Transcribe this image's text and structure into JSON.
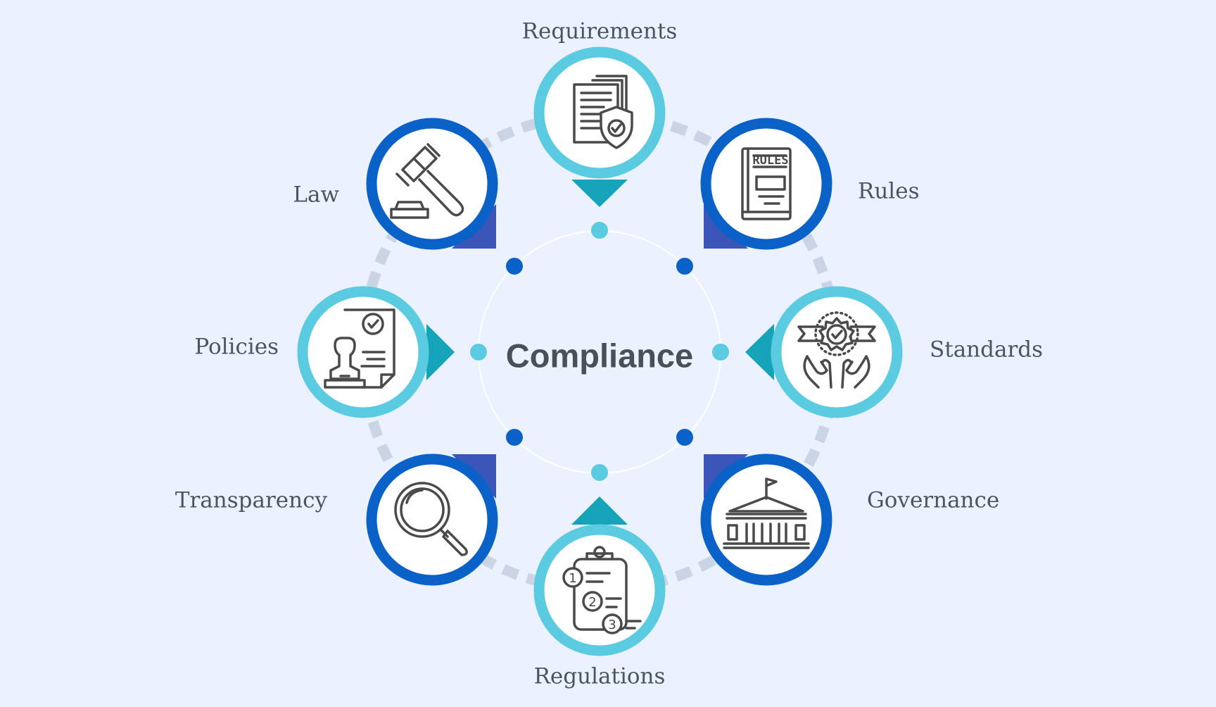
{
  "diagram": {
    "center_label": "Compliance",
    "nodes": [
      {
        "label": "Requirements",
        "icon": "documents-shield-icon",
        "ring_color": "#5bcbe2"
      },
      {
        "label": "Rules",
        "icon": "rules-book-icon",
        "ring_color": "#0a62c8"
      },
      {
        "label": "Standards",
        "icon": "badge-hands-icon",
        "ring_color": "#5bcbe2"
      },
      {
        "label": "Governance",
        "icon": "government-building-icon",
        "ring_color": "#0a62c8"
      },
      {
        "label": "Regulations",
        "icon": "numbered-clipboard-icon",
        "ring_color": "#5bcbe2"
      },
      {
        "label": "Transparency",
        "icon": "magnifying-glass-icon",
        "ring_color": "#0a62c8"
      },
      {
        "label": "Policies",
        "icon": "stamp-document-icon",
        "ring_color": "#5bcbe2"
      },
      {
        "label": "Law",
        "icon": "gavel-icon",
        "ring_color": "#0a62c8"
      }
    ],
    "colors": {
      "background": "#ebf2fd",
      "light_accent": "#5bcbe2",
      "teal_pointer": "#14a3b8",
      "dark_accent": "#0a62c8",
      "dark_pointer": "#3b55b8",
      "dash_track": "#cbd4e4",
      "icon_stroke": "#4a4a4a",
      "text": "#4a5563"
    }
  }
}
